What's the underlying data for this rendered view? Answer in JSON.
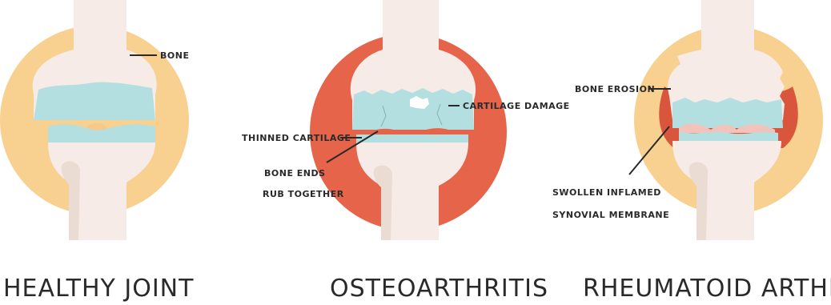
{
  "colors": {
    "background": "#ffffff",
    "healthy_ring": "#f8d08f",
    "osteo_ring": "#e5644a",
    "rheum_ring": "#f8d08f",
    "rheum_inflammation": "#d9553c",
    "bone": "#f6ebe6",
    "bone_shade": "#eadbd3",
    "cartilage": "#b4dfe1",
    "cartilage_dark": "#a2d3d6",
    "joint_gap_healthy": "#f6c88a",
    "joint_gap_osteo": "#e5644a",
    "synovial_pink": "#f2c3bb",
    "text": "#2a2a2a"
  },
  "panels": [
    {
      "title": "HEALTHY JOINT",
      "labels": [
        "BONE"
      ]
    },
    {
      "title": "OSTEOARTHRITIS",
      "labels": [
        "CARTILAGE DAMAGE",
        "THINNED CARTILAGE",
        "BONE ENDS",
        "RUB TOGETHER"
      ]
    },
    {
      "title": "RHEUMATOID ARTHRITIS",
      "labels": [
        "BONE EROSION",
        "SWOLLEN INFLAMED",
        "SYNOVIAL MEMBRANE"
      ]
    }
  ]
}
